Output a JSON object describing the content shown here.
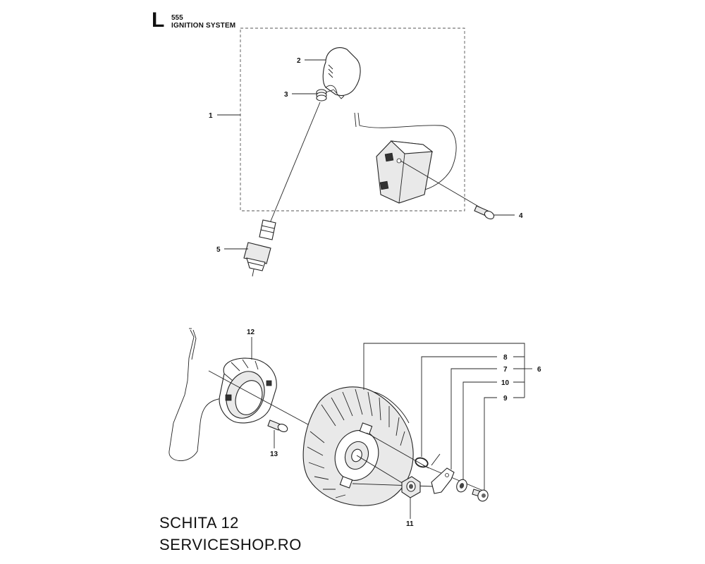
{
  "header": {
    "section_letter": "L",
    "model": "555",
    "title": "IGNITION SYSTEM"
  },
  "callouts": [
    {
      "number": "1",
      "part": "ignition-module-assembly"
    },
    {
      "number": "2",
      "part": "spark-plug-cap"
    },
    {
      "number": "3",
      "part": "spring"
    },
    {
      "number": "4",
      "part": "screw"
    },
    {
      "number": "5",
      "part": "spark-plug"
    },
    {
      "number": "6",
      "part": "pawl-kit"
    },
    {
      "number": "7",
      "part": "pawl"
    },
    {
      "number": "8",
      "part": "spring-ring"
    },
    {
      "number": "9",
      "part": "shoulder-screw"
    },
    {
      "number": "10",
      "part": "washer"
    },
    {
      "number": "11",
      "part": "nut"
    },
    {
      "number": "12",
      "part": "generator"
    },
    {
      "number": "13",
      "part": "screw"
    }
  ],
  "caption": {
    "line1": "SCHITA 12",
    "line2": "SERVICESHOP.RO"
  }
}
